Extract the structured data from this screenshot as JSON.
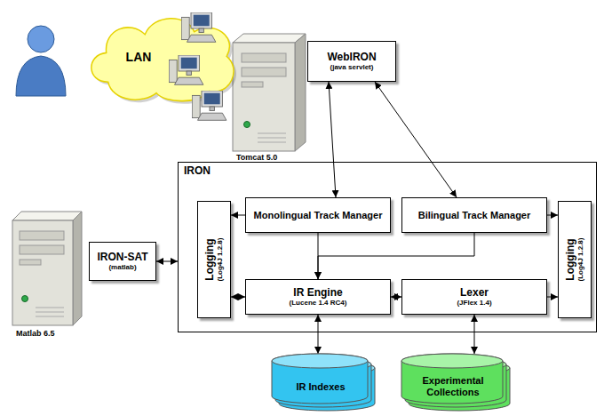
{
  "diagram": {
    "nodes": [
      {
        "text": [
          "LAN"
        ]
      },
      {
        "text": [
          "WebIRON",
          "(java servlet)"
        ]
      },
      {
        "text": [
          "IRON-SAT",
          "(matlab)"
        ]
      },
      {
        "text": [
          "IRON"
        ]
      },
      {
        "text": [
          "Logging",
          "(Log4J 1.2.8)"
        ],
        "in": 3
      },
      {
        "text": [
          "Monolingual Track Manager"
        ],
        "in": 3
      },
      {
        "text": [
          "Bilingual Track Manager"
        ],
        "in": 3
      },
      {
        "text": [
          "Logging",
          "(Log4J 1.2.8)"
        ],
        "in": 3
      },
      {
        "text": [
          "IR Engine",
          "(Lucene 1.4 RC4)"
        ],
        "in": 3
      },
      {
        "text": [
          "Lexer",
          "(JFlex 1.4)"
        ],
        "in": 3
      },
      {
        "text": [
          "IR Indexes"
        ]
      },
      {
        "text": [
          "Experimental Collections"
        ]
      }
    ],
    "edges": [
      {
        "from": 1,
        "to": 5,
        "arrow": "both"
      },
      {
        "from": 1,
        "to": 6,
        "arrow": "both"
      },
      {
        "from": 2,
        "to": 3,
        "arrow": "both"
      },
      {
        "from": 5,
        "to": 4,
        "arrow": "to"
      },
      {
        "from": 8,
        "to": 4,
        "arrow": "both"
      },
      {
        "from": 6,
        "to": 7,
        "arrow": "to"
      },
      {
        "from": 9,
        "to": 7,
        "arrow": "to"
      },
      {
        "from": 5,
        "to": 8,
        "arrow": "to"
      },
      {
        "from": 6,
        "to": 8,
        "arrow": "to"
      },
      {
        "from": 8,
        "to": 9,
        "arrow": "both"
      },
      {
        "from": 8,
        "to": 10,
        "arrow": "both"
      },
      {
        "from": 9,
        "to": 11,
        "arrow": "both"
      }
    ],
    "labels": [
      "Tomcat 5.0",
      "Matlab 6.5"
    ]
  }
}
